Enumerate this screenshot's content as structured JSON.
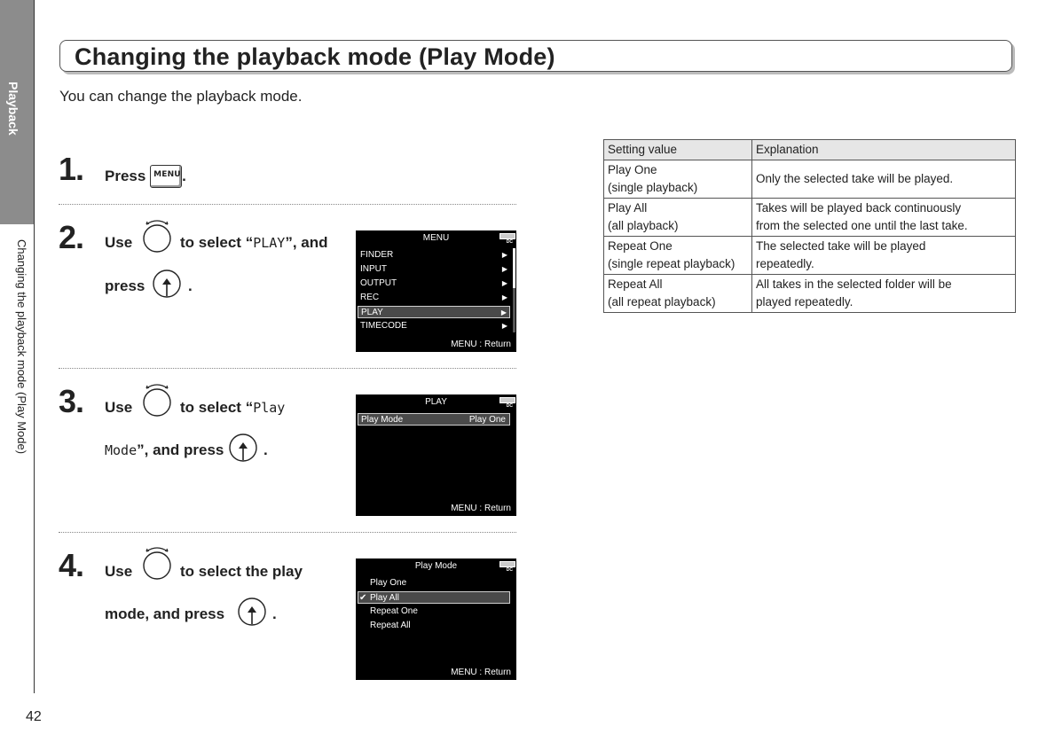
{
  "sidebar": {
    "section": "Playback",
    "subsection": "Changing the playback mode (Play Mode)",
    "page_number": "42"
  },
  "title": "Changing the playback mode (Play Mode)",
  "intro": "You can change the playback mode.",
  "steps": [
    {
      "number": "1.",
      "text_a": "Press",
      "key": "MENU",
      "text_b": "."
    },
    {
      "number": "2.",
      "use": "Use",
      "select_a": "to select “",
      "option": "PLAY",
      "select_b": "”, and",
      "press": "press",
      "end": "."
    },
    {
      "number": "3.",
      "use": "Use",
      "select_a": "to select “",
      "option_a": "Play",
      "option_b": "Mode",
      "select_b": "”, and press",
      "end": "."
    },
    {
      "number": "4.",
      "use": "Use",
      "select_a": "to select the play",
      "line2": "mode, and press",
      "end": "."
    }
  ],
  "screens": {
    "battery_label": "DC",
    "footer": "MENU : Return",
    "menu": {
      "title": "MENU",
      "items": [
        "FINDER",
        "INPUT",
        "OUTPUT",
        "REC",
        "PLAY",
        "TIMECODE"
      ],
      "selected": "PLAY"
    },
    "play": {
      "title": "PLAY",
      "item_label": "Play Mode",
      "item_value": "Play One"
    },
    "play_mode": {
      "title": "Play Mode",
      "options": [
        "Play One",
        "Play All",
        "Repeat One",
        "Repeat All"
      ],
      "selected": "Play All",
      "check": "✔"
    }
  },
  "table": {
    "headers": [
      "Setting value",
      "Explanation"
    ],
    "rows": [
      {
        "setting": "Play One",
        "setting_sub": "(single playback)",
        "explanation": "Only the selected take will be played."
      },
      {
        "setting": "Play All",
        "setting_sub": "(all playback)",
        "explanation": "Takes will be played back continuously",
        "explanation_2": "from the selected one until the last take."
      },
      {
        "setting": "Repeat One",
        "setting_sub": "(single repeat playback)",
        "explanation": "The selected take will be played",
        "explanation_2": "repeatedly."
      },
      {
        "setting": "Repeat All",
        "setting_sub": "(all repeat playback)",
        "explanation": "All takes in the selected folder will be",
        "explanation_2": "played repeatedly."
      }
    ]
  },
  "icons": {
    "dial": "rotary-dial-icon",
    "press": "press-dial-icon"
  }
}
